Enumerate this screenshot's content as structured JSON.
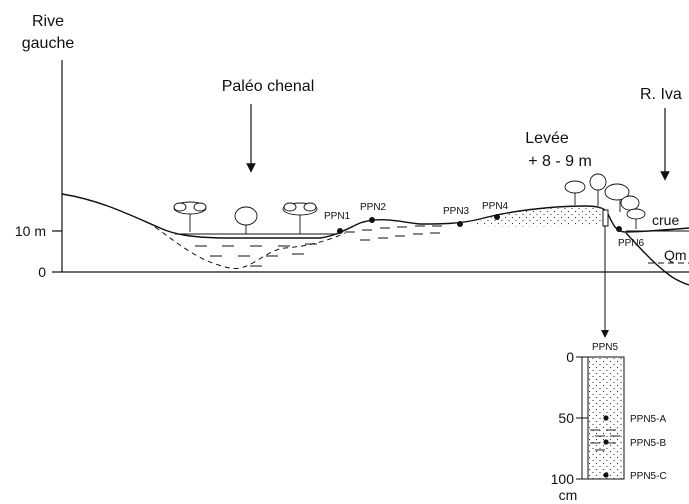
{
  "bank": {
    "line1": "Rive",
    "line2": "gauche"
  },
  "axis": {
    "tick_10": "10 m",
    "tick_0": "0"
  },
  "paleochannel": {
    "label": "Paléo chenal"
  },
  "levee": {
    "line1": "Levée",
    "line2": "+ 8 - 9 m"
  },
  "river": {
    "label": "R. Iva",
    "flood_label": "crue",
    "mean_label": "Qm"
  },
  "sampling_points": [
    "PPN1",
    "PPN2",
    "PPN3",
    "PPN4",
    "PPN5",
    "PPN6"
  ],
  "core": {
    "title": "PPN5",
    "depth_ticks": [
      "0",
      "50",
      "100"
    ],
    "depth_unit": "cm",
    "samples": [
      "PPN5-A",
      "PPN5-B",
      "PPN5-C"
    ]
  }
}
